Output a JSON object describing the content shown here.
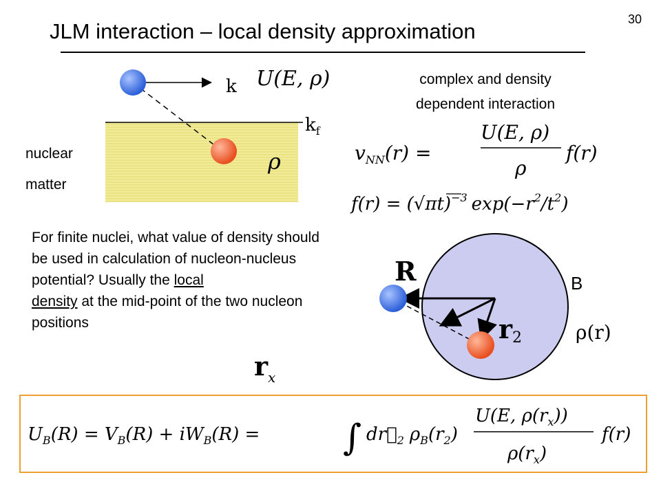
{
  "slide": {
    "number": "30",
    "title": "JLM interaction – local density approximation"
  },
  "diagram_top": {
    "k_label": "k",
    "kf_label": "k",
    "kf_subscript": "f",
    "rho_label": "ρ",
    "nuclear_label": "nuclear",
    "matter_label": "matter",
    "potential_label": "U(E, ρ)"
  },
  "interaction_description": {
    "line1": "complex and density",
    "line2": "dependent interaction"
  },
  "equations": {
    "vnn_lhs": "v",
    "vnn_sub": "NN",
    "vnn_arg": "(r) =",
    "vnn_num": "U(E, ρ)",
    "vnn_den": "ρ",
    "vnn_rhs": "f(r)",
    "f_eq_lhs": "f(r) = (",
    "f_eq_sqrt": "√",
    "f_eq_pit": "πt)",
    "f_eq_exp": "−3",
    "f_eq_rest": "exp(−r",
    "f_eq_sq": "2",
    "f_eq_over": "/t",
    "f_eq_sq2": "2",
    "f_eq_close": ")"
  },
  "finite_nuclei": {
    "text_a": "For finite nuclei, what value of density should be used in calculation of nucleon-nucleus potential? Usually the ",
    "underline_1": "local",
    "underline_2": "density",
    "text_b": " at the mid-point of the two nucleon positions",
    "rx_symbol": "r",
    "rx_sub": "x"
  },
  "diagram_nucleus": {
    "R_label": "R",
    "r2_label": "r",
    "r2_sub": "2",
    "B_label": "B",
    "rho_r_label": "ρ(r)"
  },
  "main_formula": {
    "lhs": "U",
    "lhs_sub": "B",
    "lhs_arg": "(R) = V",
    "v_sub": "B",
    "v_arg": "(R) + iW",
    "w_sub": "B",
    "w_arg": "(R) =",
    "integral": "∫",
    "dr": "d",
    "dr_vec": "r⃗",
    "dr_sub": "2",
    "rho_b": "ρ",
    "rho_b_sub": "B",
    "rho_b_arg": "(r",
    "rho_b_arg_sub": "2",
    "rho_b_close": ")",
    "num": "U(E, ρ(r",
    "num_sub": "x",
    "num_close": "))",
    "den": "ρ(r",
    "den_sub": "x",
    "den_close": ")",
    "f": "f(r)"
  },
  "colors": {
    "accent_border": "#f0a030",
    "nuclear_matter_fill": "#f2ec9a",
    "nucleus_fill": "#ccccf0",
    "neutron_blue": "#4477e8",
    "proton_red": "#f26a40"
  }
}
